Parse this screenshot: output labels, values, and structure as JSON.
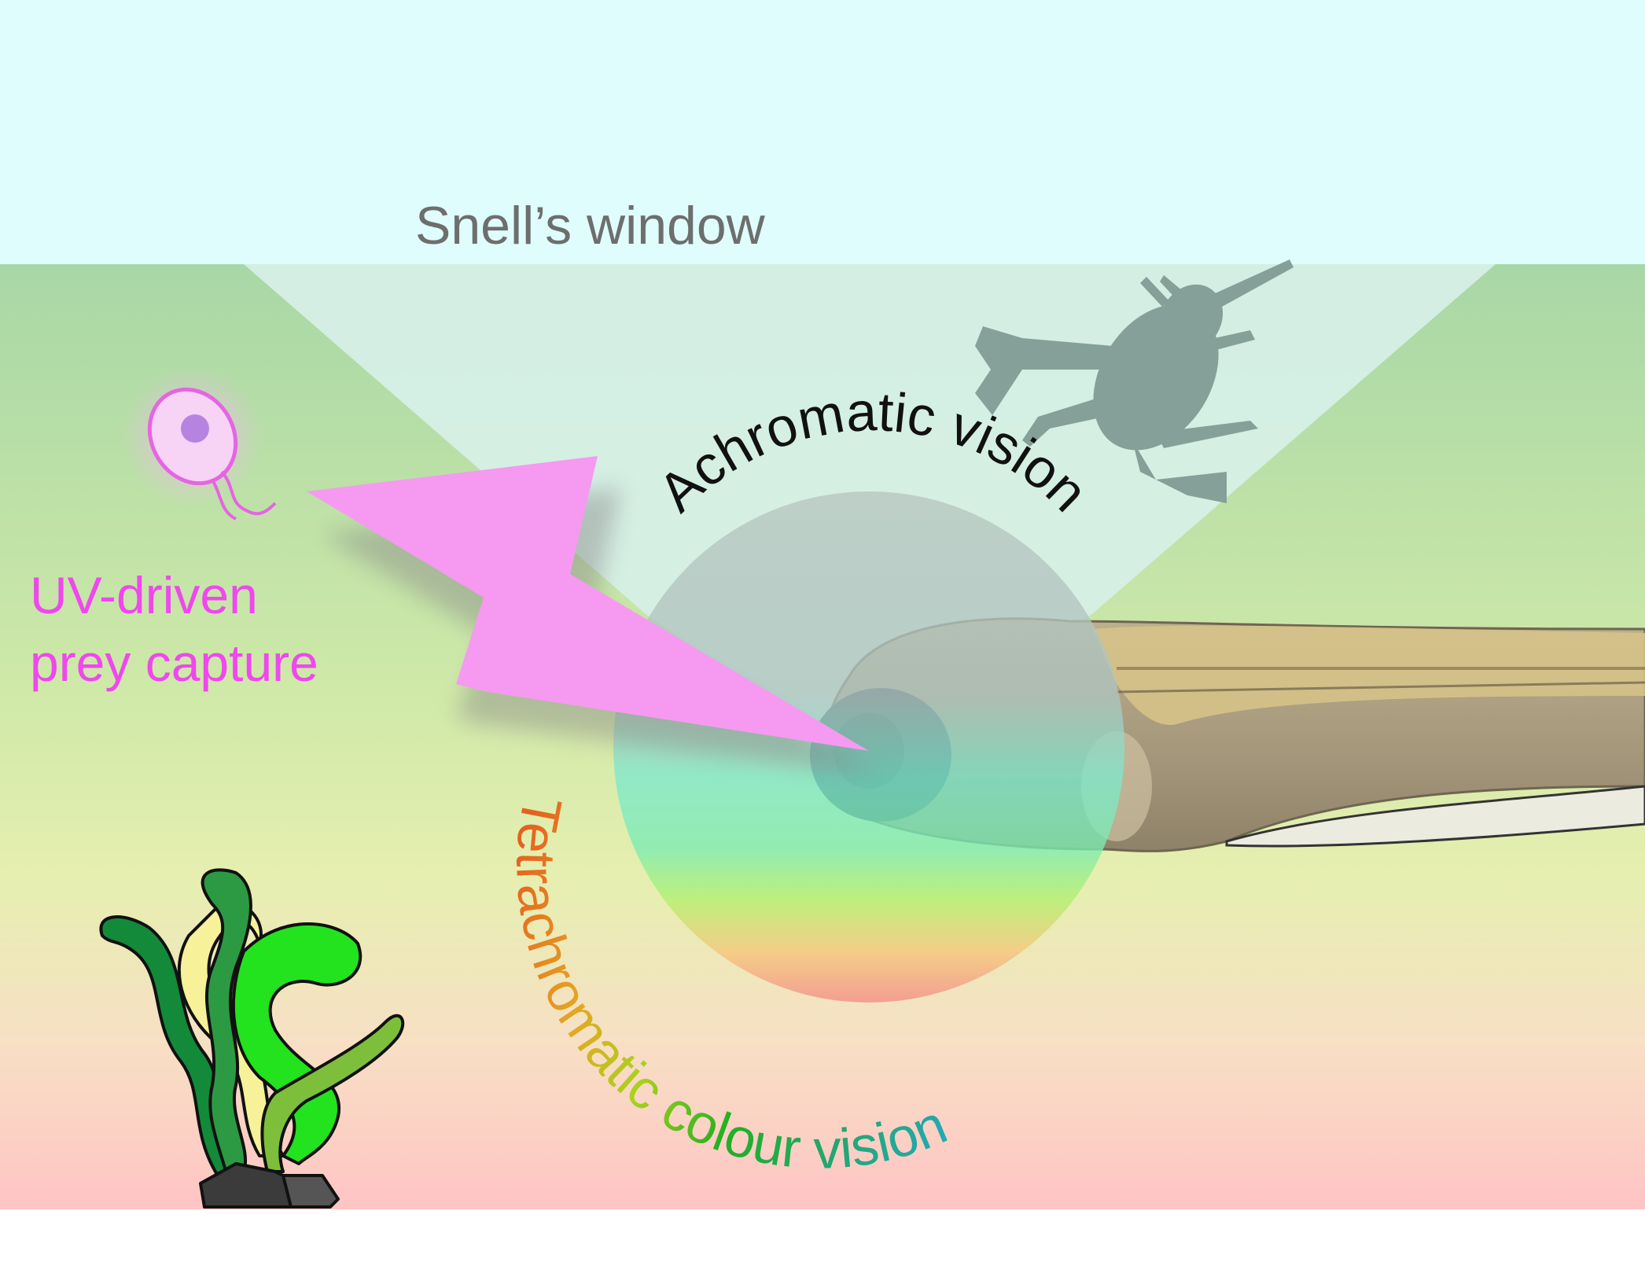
{
  "labels": {
    "snells_window": "Snell’s window",
    "achromatic_vision": "Achromatic vision",
    "uv_prey_line1": "UV-driven",
    "uv_prey_line2": "prey capture",
    "tetrachromatic_prefix": "Tetrachromatic",
    "tetrachromatic_colour": "colour",
    "tetrachromatic_vision": "vision"
  },
  "colors": {
    "sky": "#dffdfd",
    "snell_cone": "#d4efe6",
    "water_top": "#a8d7a6",
    "water_mid": "#dcefa6",
    "water_bottom": "#ffc4c4",
    "uv_magenta": "#f047ee",
    "arrow_pink": "#f59af0",
    "label_grey": "#6e6e6e",
    "predator_silhouette": "#7f9a92",
    "fish_body": "#a99b7c",
    "fish_eye": "#3c4f55"
  },
  "icons": {
    "prey": "paramecium-icon",
    "predator": "water-beetle-icon",
    "plant": "seaweed-icon",
    "larva": "zebrafish-larva-icon"
  }
}
